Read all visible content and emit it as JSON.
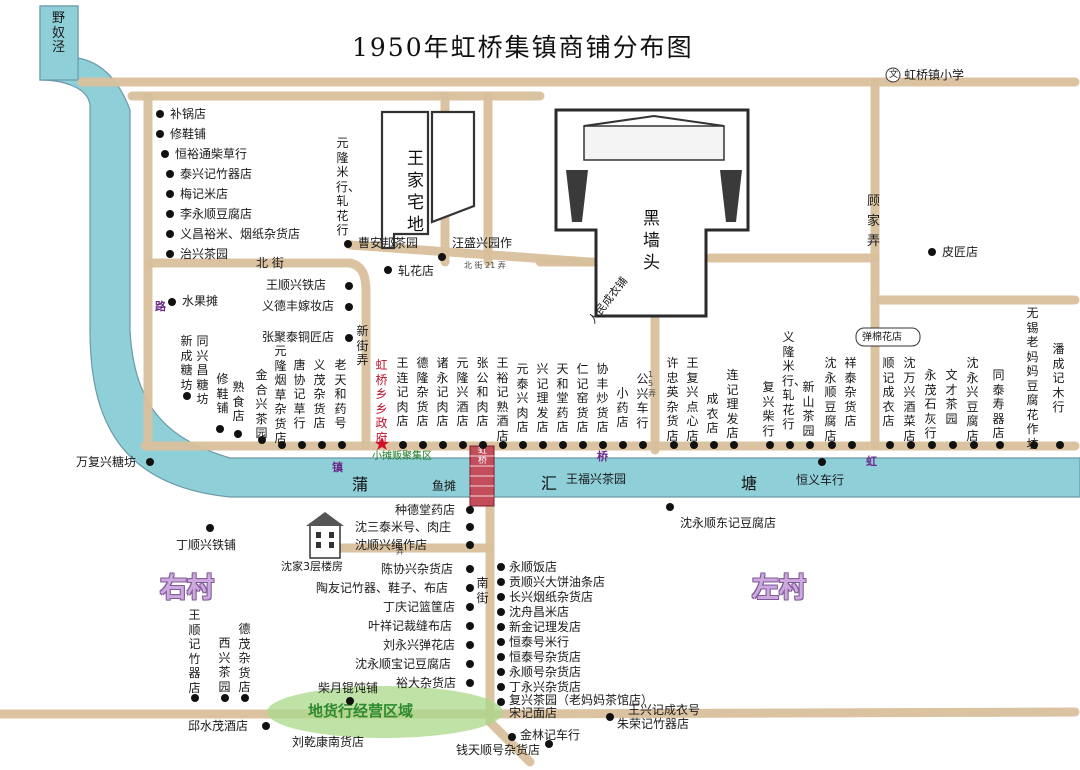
{
  "title": "1950年虹桥集镇商铺分布图",
  "river": {
    "name": "野奴泾",
    "canal_chars": [
      "蒲",
      "汇",
      "塘"
    ]
  },
  "villages": {
    "right": "右村",
    "left": "左村"
  },
  "streets": {
    "north": "北 街",
    "new": "新街弄",
    "east": "顾家弄",
    "south": "南街",
    "north_alley": "北 街 21 弄",
    "people_alley": "1 5 弄",
    "south_alley": "弄"
  },
  "purple_marks": {
    "lu": "路",
    "zhen": "镇",
    "qiao": "桥",
    "hong": "虹"
  },
  "colors": {
    "river": "#8fcfd8",
    "road": "#d9c09c",
    "village": "#cda9df",
    "green_area": "#a9d88a",
    "bridge": "#c24d5b"
  },
  "landmarks": {
    "wang_family": "王家宅地",
    "heiqiangtou": "黑墙头",
    "school": "虹桥镇小学",
    "school_icon": "文",
    "government": "虹桥乡乡政府",
    "bridge": "虹桥",
    "market": "小摊贩聚集区",
    "fish": "鱼摊",
    "shen_house": "沈家3层楼房",
    "green_area": "地货行经营区域",
    "tanmian": "弹棉花店"
  },
  "shops": {
    "west_column": [
      "补锅店",
      "修鞋铺",
      "恒裕通柴草行",
      "泰兴记竹器店",
      "梅记米店",
      "李永顺豆腐店",
      "义昌裕米、烟纸杂货店",
      "治兴茶园"
    ],
    "north": [
      "元隆米行、轧花行",
      "曹安邦茶园",
      "汪盛兴园作",
      "轧花店",
      "王顺兴铁店",
      "义德丰嫁妆店",
      "张聚泰铜匠店",
      "水果摊",
      "皮匠店"
    ],
    "north_bank": [
      "新成糖坊",
      "同兴昌糖坊",
      "修鞋铺",
      "熟食店",
      "金合兴茶园",
      "元隆烟草杂货店",
      "唐协记草行",
      "义茂杂货店",
      "老天和药号",
      "王连记肉店",
      "德隆杂货店",
      "诸永记肉店",
      "元隆兴酒店",
      "张公和肉店",
      "王裕记熟酒店",
      "元泰兴肉店",
      "兴记理发店",
      "天和堂药店",
      "仁记窑货店",
      "协丰炒货店",
      "小药店",
      "公兴车行",
      "许忠英杂货店",
      "王复兴点心店",
      "成衣店",
      "连记理发店",
      "复兴柴行",
      "义隆米行、轧花行",
      "新山茶园",
      "沈永顺豆腐店",
      "祥泰杂货店",
      "顺记成衣店",
      "沈万兴酒菜店",
      "永茂石灰行",
      "文才茶园",
      "沈永兴豆腐店",
      "同泰寿器店",
      "无锡老妈妈豆腐花作坊",
      "潘成记木行",
      "人民成衣铺"
    ],
    "canal": [
      "万复兴糖坊",
      "王福兴茶园",
      "恒义车行",
      "沈永顺东记豆腐店"
    ],
    "south_west": [
      "种德堂药店",
      "沈三泰米号、肉庄",
      "沈顺兴绳作店",
      "陈协兴杂货店",
      "陶友记竹器、鞋子、布店",
      "丁庆记篮筐店",
      "叶祥记裁缝布店",
      "刘永兴弹花店",
      "沈永顺宝记豆腐店",
      "裕大杂货店",
      "丁顺兴铁铺",
      "王顺记竹器店",
      "西兴茶园",
      "德茂杂货店",
      "柴月锟饨铺",
      "邱水茂酒店",
      "刘乾康南货店"
    ],
    "south_east": [
      "永顺饭店",
      "贡顺兴大饼油条店",
      "长兴烟纸杂货店",
      "沈舟昌米店",
      "新金记理发店",
      "恒泰号米行",
      "恒泰号杂货店",
      "永顺号杂货店",
      "丁永兴杂货店",
      "复兴茶园（老妈妈茶馆店）",
      "宋记面店",
      "王兴记成衣号",
      "朱荣记竹器店",
      "金林记车行",
      "钱天顺号杂货店"
    ]
  }
}
